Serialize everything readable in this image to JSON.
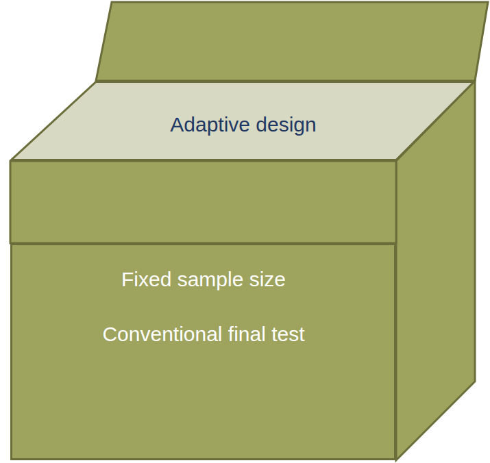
{
  "diagram": {
    "nodes": [
      {
        "text": [
          "Adaptive design"
        ]
      },
      {
        "text": [
          "Fixed sample size",
          "Conventional final test"
        ]
      }
    ]
  }
}
